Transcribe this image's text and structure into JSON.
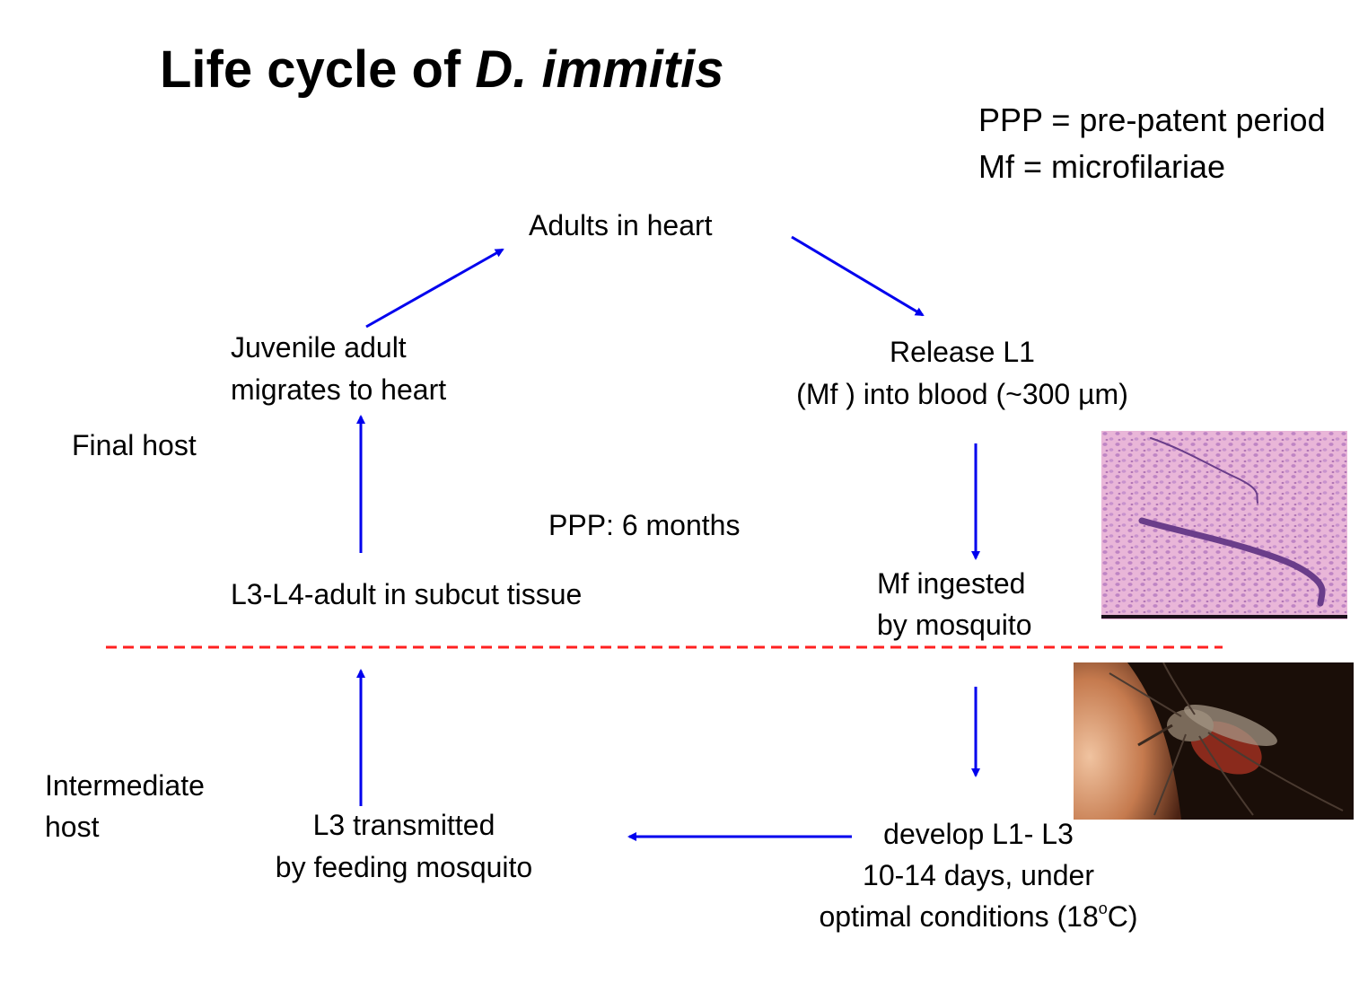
{
  "title": {
    "prefix": "Life cycle of ",
    "species": "D. immitis"
  },
  "legend": {
    "line1": "PPP = pre-patent period",
    "line2": "Mf = microfilariae"
  },
  "host_labels": {
    "final": "Final host",
    "intermediate_line1": "Intermediate",
    "intermediate_line2": "host"
  },
  "nodes": {
    "adults": "Adults in heart",
    "juvenile_line1": "Juvenile adult",
    "juvenile_line2": "migrates to heart",
    "release_line1": "Release L1",
    "release_line2": "(Mf ) into blood (~300 µm)",
    "ppp": "PPP: 6 months",
    "l3l4": "L3-L4-adult in subcut tissue",
    "ingested_line1": "Mf ingested",
    "ingested_line2": "by mosquito",
    "transmitted_line1": "L3 transmitted",
    "transmitted_line2": "by feeding mosquito",
    "develop_line1": "develop L1- L3",
    "develop_line2": "10-14 days, under",
    "develop_line3_pre": "optimal conditions (18",
    "develop_line3_sup": "o",
    "develop_line3_post": "C)"
  },
  "colors": {
    "arrow": "#0000ee",
    "host_divider": "#ff2020",
    "blood_smear_bg": "#e9b6d8",
    "mosquito_photo_bg": "#1a0e08"
  }
}
